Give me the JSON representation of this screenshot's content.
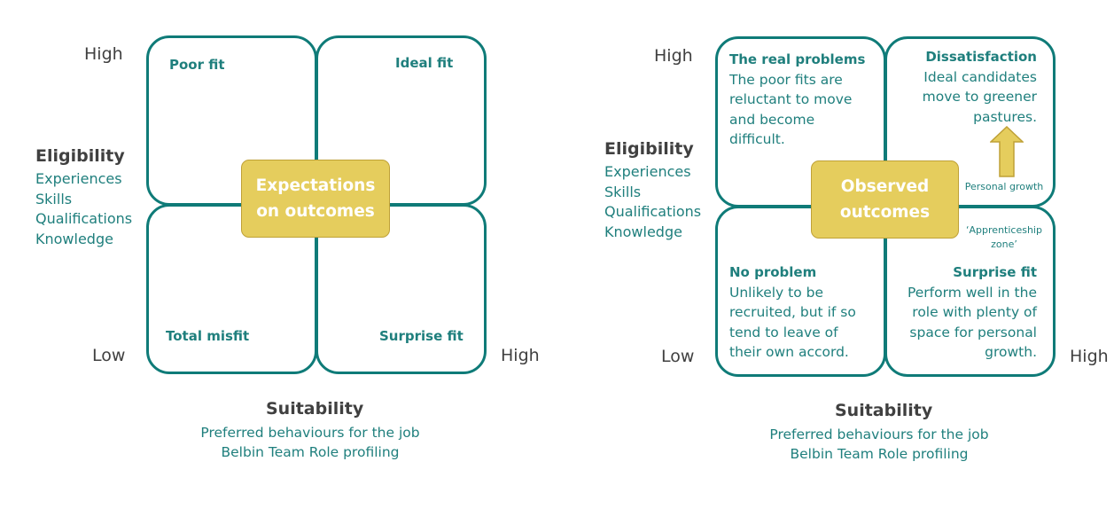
{
  "left": {
    "axis": {
      "high_y": "High",
      "low_y": "Low",
      "high_x": "High"
    },
    "eligibility": {
      "title": "Eligibility",
      "items": [
        "Experiences",
        "Skills",
        "Qualifications",
        "Knowledge"
      ]
    },
    "suitability": {
      "title": "Suitability",
      "items": [
        "Preferred behaviours for the job",
        "Belbin Team Role profiling"
      ]
    },
    "quadrants": {
      "top_left": "Poor fit",
      "top_right": "Ideal fit",
      "bottom_left": "Total misfit",
      "bottom_right": "Surprise fit"
    },
    "center": [
      "Expectations",
      "on outcomes"
    ]
  },
  "right": {
    "axis": {
      "high_y": "High",
      "low_y": "Low",
      "high_x": "High"
    },
    "eligibility": {
      "title": "Eligibility",
      "items": [
        "Experiences",
        "Skills",
        "Qualifications",
        "Knowledge"
      ]
    },
    "suitability": {
      "title": "Suitability",
      "items": [
        "Preferred behaviours for the job",
        "Belbin Team Role profiling"
      ]
    },
    "quadrants": {
      "top_left": {
        "title": "The real problems",
        "lines": [
          "The poor fits are",
          "reluctant to move",
          "and become",
          "difficult."
        ]
      },
      "top_right": {
        "title": "Dissatisfaction",
        "lines": [
          "Ideal candidates",
          "move to greener",
          "pastures."
        ]
      },
      "bottom_left": {
        "title": "No problem",
        "lines": [
          "Unlikely to be",
          "recruited, but if so",
          "tend to leave of",
          "their own accord."
        ]
      },
      "bottom_right": {
        "title": "Surprise fit",
        "lines": [
          "Perform well in the",
          "role with plenty of",
          "space for personal",
          "growth."
        ]
      }
    },
    "personal_growth": "Personal growth",
    "apprenticeship_zone": [
      "‘Apprenticeship",
      "zone’"
    ],
    "center": [
      "Observed",
      "outcomes"
    ]
  },
  "colors": {
    "teal": "#0f7b78",
    "teal_text": "#1f7f7d",
    "gold": "#e5cd5d",
    "gold_border": "#bfa137",
    "gray": "#404040"
  }
}
